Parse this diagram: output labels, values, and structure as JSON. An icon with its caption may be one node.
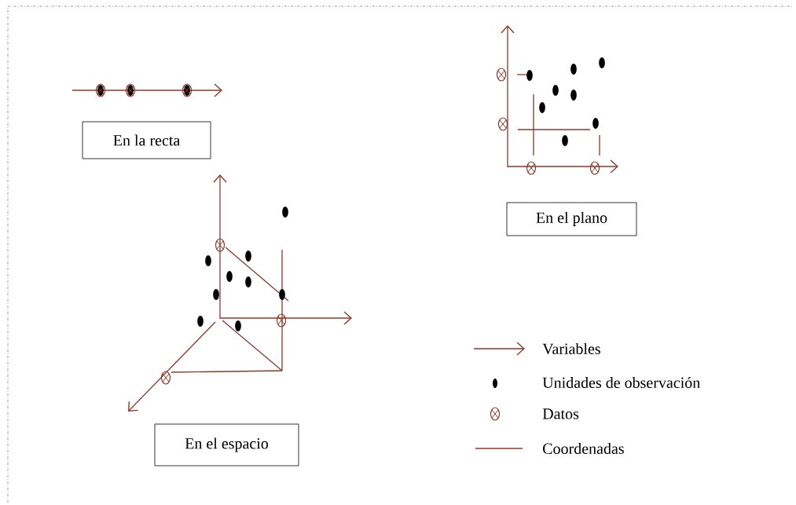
{
  "diagram": {
    "nodes": [
      {
        "text": [
          "En la recta"
        ]
      },
      {
        "text": [
          "En el plano"
        ]
      },
      {
        "text": [
          "En el espacio"
        ]
      }
    ],
    "legend": [
      {
        "text": "Variables"
      },
      {
        "text": "Unidades de observación"
      },
      {
        "text": "Datos"
      },
      {
        "text": "Coordenadas"
      }
    ]
  }
}
